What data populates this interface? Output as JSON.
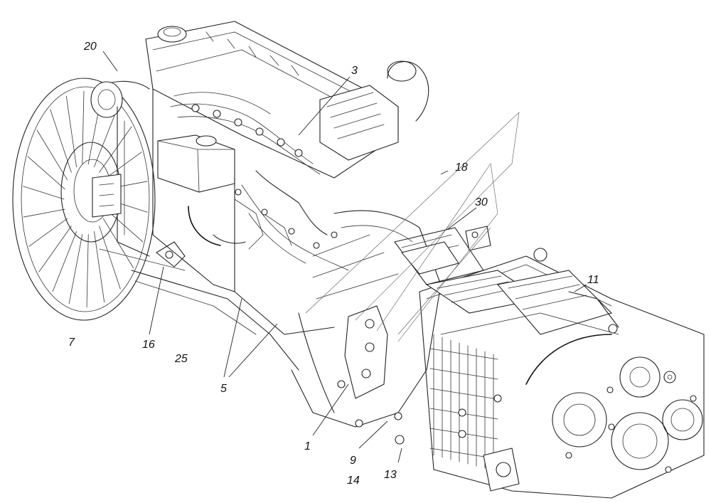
{
  "callouts": [
    {
      "id": "c20",
      "label": "20"
    },
    {
      "id": "c3",
      "label": "3"
    },
    {
      "id": "c18",
      "label": "18"
    },
    {
      "id": "c30",
      "label": "30"
    },
    {
      "id": "c11",
      "label": "11"
    },
    {
      "id": "c7",
      "label": "7"
    },
    {
      "id": "c16",
      "label": "16"
    },
    {
      "id": "c25",
      "label": "25"
    },
    {
      "id": "c5",
      "label": "5"
    },
    {
      "id": "c1",
      "label": "1"
    },
    {
      "id": "c9",
      "label": "9"
    },
    {
      "id": "c14",
      "label": "14"
    },
    {
      "id": "c13",
      "label": "13"
    }
  ]
}
